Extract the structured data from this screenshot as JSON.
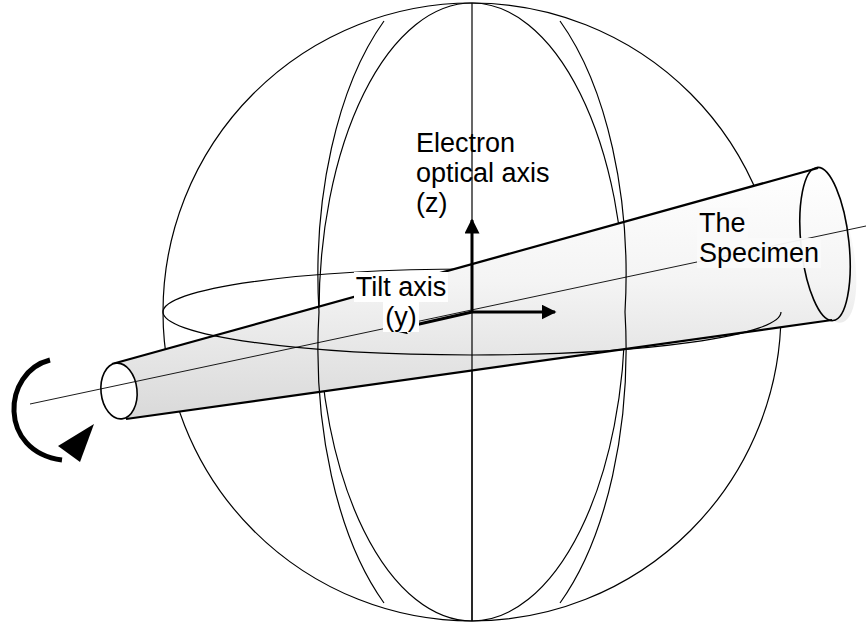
{
  "diagram": {
    "labels": [
      "Electron optical axis (z)",
      "Tilt axis (y)",
      "The Specimen"
    ]
  }
}
